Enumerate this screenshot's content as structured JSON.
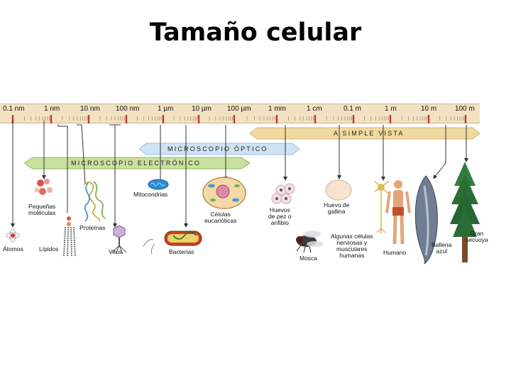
{
  "title": "Tamaño celular",
  "scale": [
    "0.1 nm",
    "1 nm",
    "10 nm",
    "100 nm",
    "1 µm",
    "10 µm",
    "100 µm",
    "1 mm",
    "1 cm",
    "0.1 m",
    "1 m",
    "10 m",
    "100 m"
  ],
  "bands": {
    "naked_eye": "A SIMPLE VISTA",
    "light_microscope": "MICROSCOPIO ÓPTICO",
    "electron_microscope": "MICROSCOPIO ELECTRÓNICO"
  },
  "items": {
    "atoms": "Átomos",
    "small_molecules": "Pequeñas\nmoléculas",
    "lipids": "Lípidos",
    "proteins": "Proteínas",
    "virus": "Virus",
    "mitochondria": "Mitocondrias",
    "bacteria": "Bacterias",
    "eukaryotic_cells": "Células\neucarióticas",
    "frog_eggs": "Huevos\nde pez o\nanfibio",
    "fly": "Mosca",
    "hen_egg": "Huevo de\ngallina",
    "nerve_cells": "Algunas células\nnerviosas y\nmusculares\nhumanas",
    "human": "Humano",
    "blue_whale": "Ballena\nazul",
    "sequoia": "Gran\nsecuoya"
  },
  "colors": {
    "ruler": "#f3e2c2",
    "tick": "#c0392b",
    "naked_eye_band": "#f0d9a0",
    "light_microscope_band": "#cfe3f3",
    "electron_microscope_band": "#c9e09e"
  }
}
